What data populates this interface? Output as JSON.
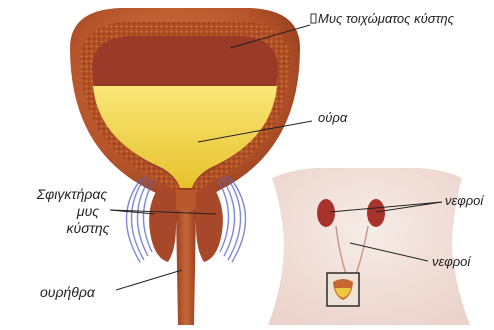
{
  "labels": {
    "bladder_wall": "Μυς τοιχώματος κύστης",
    "urine": "ούρα",
    "sphincter_line1": "Σφιγκτήρας",
    "sphincter_line2": "μυς",
    "sphincter_line3": "κύστης",
    "urethra": "ουρήθρα",
    "kidneys_top": "νεφροί",
    "kidneys_bottom": "νεφροί"
  },
  "colors": {
    "bladder_outer": "#b5542a",
    "bladder_wall": "#c4642f",
    "urine": "#f3d54a",
    "sphincter_glow": "#5a5fc8",
    "kidney": "#a8322c",
    "skin": "#f2e4de"
  }
}
